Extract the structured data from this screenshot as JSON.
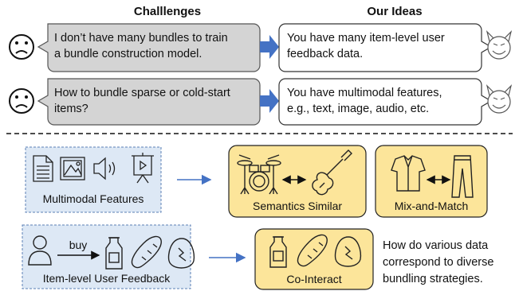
{
  "header": {
    "challenges": "Challlenges",
    "ideas": "Our Ideas"
  },
  "rows": [
    {
      "challenge": [
        "I don’t have many bundles to train",
        "a bundle construction model."
      ],
      "idea": [
        "You have many item-level user",
        "feedback data."
      ]
    },
    {
      "challenge": [
        "How to bundle sparse or cold-start",
        "items?"
      ],
      "idea": [
        "You have multimodal features,",
        "e.g., text, image, audio, etc."
      ]
    }
  ],
  "bottom": {
    "multimodal_label": "Multimodal Features",
    "feedback_label": "Item-level User Feedback",
    "buy_label": "buy",
    "semantics_label": "Semantics Similar",
    "mix_label": "Mix-and-Match",
    "cointeract_label": "Co-Interact",
    "question": [
      "How do various data",
      "correspond to diverse",
      "bundling strategies."
    ]
  },
  "colors": {
    "grey_bubble": "#d4d4d4",
    "blue_arrow": "#4472c4",
    "yellow_box": "#fce59a",
    "blue_box": "#dde8f5"
  }
}
